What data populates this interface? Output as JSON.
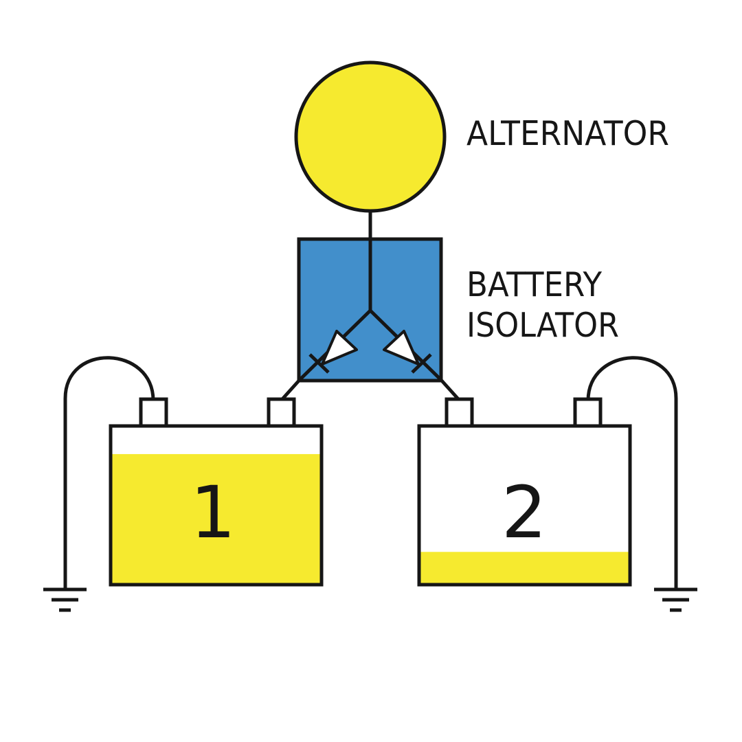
{
  "labels": {
    "alternator": "ALTERNATOR",
    "isolator_line1": "BATTERY",
    "isolator_line2": "ISOLATOR"
  },
  "batteries": [
    {
      "label": "1",
      "charge_level": 0.83
    },
    {
      "label": "2",
      "charge_level": 0.2
    }
  ],
  "icons": {
    "alternator": "alternator-circle",
    "isolator": "isolator-box-with-two-diodes",
    "ground": "ground-symbol",
    "terminal": "battery-terminal"
  },
  "colors": {
    "alternator_fill": "#f6ea2f",
    "isolator_fill": "#428fcb",
    "charge_fill": "#f6ea2f",
    "line": "#161616",
    "background": "#ffffff"
  }
}
